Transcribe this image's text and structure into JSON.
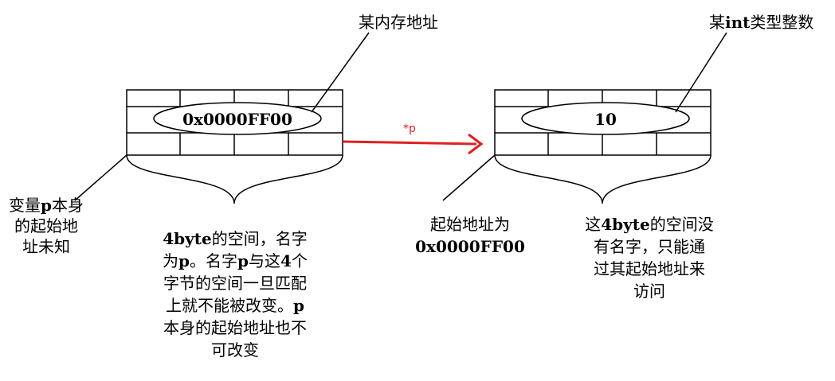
{
  "left_block": {
    "value": "0x0000FF00",
    "pointer_label": "某内存地址"
  },
  "right_block": {
    "value": "10",
    "pointer_label": "某int类型整数"
  },
  "arrow": {
    "label": "*p",
    "color": "#e02020"
  },
  "notes": {
    "var_p_start": [
      "变量p本身",
      "的起始地",
      "址未知"
    ],
    "var_p_space": [
      "4byte的空间，名字",
      "为p。名字p与这4个",
      "字节的空间一旦匹配",
      "上就不能被改变。p",
      "本身的起始地址也不",
      "可改变"
    ],
    "target_start": [
      "起始地址为",
      "0x0000FF00"
    ],
    "target_space": [
      "这4byte的空间没",
      "有名字，只能通",
      "过其起始地址来",
      "访问"
    ]
  }
}
